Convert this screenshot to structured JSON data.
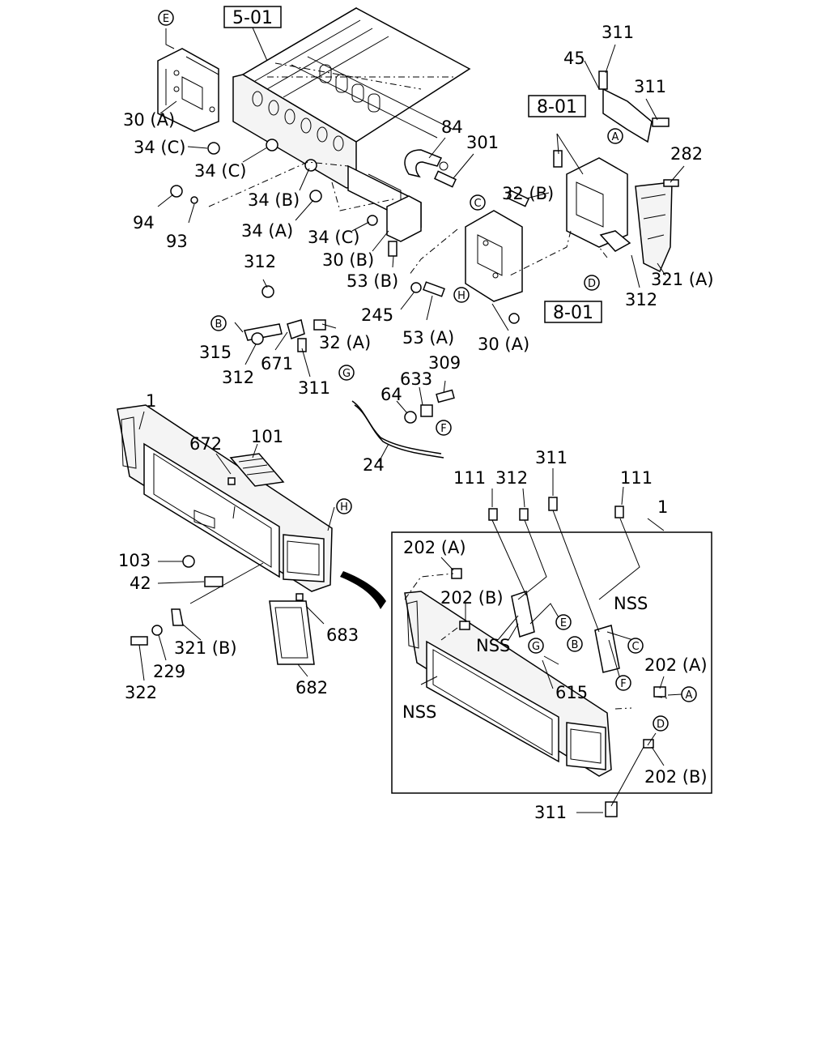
{
  "diagram": {
    "ref_boxes": [
      {
        "id": "ref-5-01",
        "text": "5-01"
      },
      {
        "id": "ref-8-01-top",
        "text": "8-01"
      },
      {
        "id": "ref-8-01-mid",
        "text": "8-01"
      }
    ],
    "circle_markers": [
      {
        "id": "E-top",
        "text": "E"
      },
      {
        "id": "A-top",
        "text": "A"
      },
      {
        "id": "C-bracket",
        "text": "C"
      },
      {
        "id": "D-right",
        "text": "D"
      },
      {
        "id": "H-bracket",
        "text": "H"
      },
      {
        "id": "B-left",
        "text": "B"
      },
      {
        "id": "G-rod",
        "text": "G"
      },
      {
        "id": "F-rod",
        "text": "F"
      },
      {
        "id": "H-bumper",
        "text": "H"
      },
      {
        "id": "E-inset",
        "text": "E"
      },
      {
        "id": "G-inset",
        "text": "G"
      },
      {
        "id": "B-inset",
        "text": "B"
      },
      {
        "id": "C-inset",
        "text": "C"
      },
      {
        "id": "F-inset",
        "text": "F"
      },
      {
        "id": "A-inset",
        "text": "A"
      },
      {
        "id": "D-inset",
        "text": "D"
      }
    ],
    "labels": [
      {
        "id": "l-30A-top",
        "text": "30 (A)"
      },
      {
        "id": "l-34C-1",
        "text": "34 (C)"
      },
      {
        "id": "l-34C-2",
        "text": "34 (C)"
      },
      {
        "id": "l-34B",
        "text": "34 (B)"
      },
      {
        "id": "l-94",
        "text": "94"
      },
      {
        "id": "l-93",
        "text": "93"
      },
      {
        "id": "l-34A",
        "text": "34 (A)"
      },
      {
        "id": "l-34C-3",
        "text": "34 (C)"
      },
      {
        "id": "l-30B",
        "text": "30 (B)"
      },
      {
        "id": "l-53B",
        "text": "53 (B)"
      },
      {
        "id": "l-84",
        "text": "84"
      },
      {
        "id": "l-301",
        "text": "301"
      },
      {
        "id": "l-32B",
        "text": "32 (B)"
      },
      {
        "id": "l-311-top",
        "text": "311"
      },
      {
        "id": "l-45",
        "text": "45"
      },
      {
        "id": "l-311-r",
        "text": "311"
      },
      {
        "id": "l-282",
        "text": "282"
      },
      {
        "id": "l-321A",
        "text": "321 (A)"
      },
      {
        "id": "l-312-r",
        "text": "312"
      },
      {
        "id": "l-245",
        "text": "245"
      },
      {
        "id": "l-53A",
        "text": "53 (A)"
      },
      {
        "id": "l-30A-mid",
        "text": "30 (A)"
      },
      {
        "id": "l-312-a",
        "text": "312"
      },
      {
        "id": "l-315",
        "text": "315"
      },
      {
        "id": "l-312-b",
        "text": "312"
      },
      {
        "id": "l-671",
        "text": "671"
      },
      {
        "id": "l-32A",
        "text": "32 (A)"
      },
      {
        "id": "l-311-mid",
        "text": "311"
      },
      {
        "id": "l-309",
        "text": "309"
      },
      {
        "id": "l-633",
        "text": "633"
      },
      {
        "id": "l-64",
        "text": "64"
      },
      {
        "id": "l-24",
        "text": "24"
      },
      {
        "id": "l-1-left",
        "text": "1"
      },
      {
        "id": "l-672",
        "text": "672"
      },
      {
        "id": "l-101",
        "text": "101"
      },
      {
        "id": "l-103",
        "text": "103"
      },
      {
        "id": "l-42",
        "text": "42"
      },
      {
        "id": "l-321B",
        "text": "321 (B)"
      },
      {
        "id": "l-229",
        "text": "229"
      },
      {
        "id": "l-322",
        "text": "322"
      },
      {
        "id": "l-683",
        "text": "683"
      },
      {
        "id": "l-682",
        "text": "682"
      },
      {
        "id": "l-111-a",
        "text": "111"
      },
      {
        "id": "l-312-c",
        "text": "312"
      },
      {
        "id": "l-311-c",
        "text": "311"
      },
      {
        "id": "l-111-b",
        "text": "111"
      },
      {
        "id": "l-1-inset",
        "text": "1"
      },
      {
        "id": "l-202A-a",
        "text": "202 (A)"
      },
      {
        "id": "l-202B-a",
        "text": "202 (B)"
      },
      {
        "id": "l-NSS-a",
        "text": "NSS"
      },
      {
        "id": "l-NSS-b",
        "text": "NSS"
      },
      {
        "id": "l-615",
        "text": "615"
      },
      {
        "id": "l-NSS-c",
        "text": "NSS"
      },
      {
        "id": "l-202A-b",
        "text": "202 (A)"
      },
      {
        "id": "l-202B-b",
        "text": "202 (B)"
      },
      {
        "id": "l-311-bottom",
        "text": "311"
      }
    ]
  }
}
